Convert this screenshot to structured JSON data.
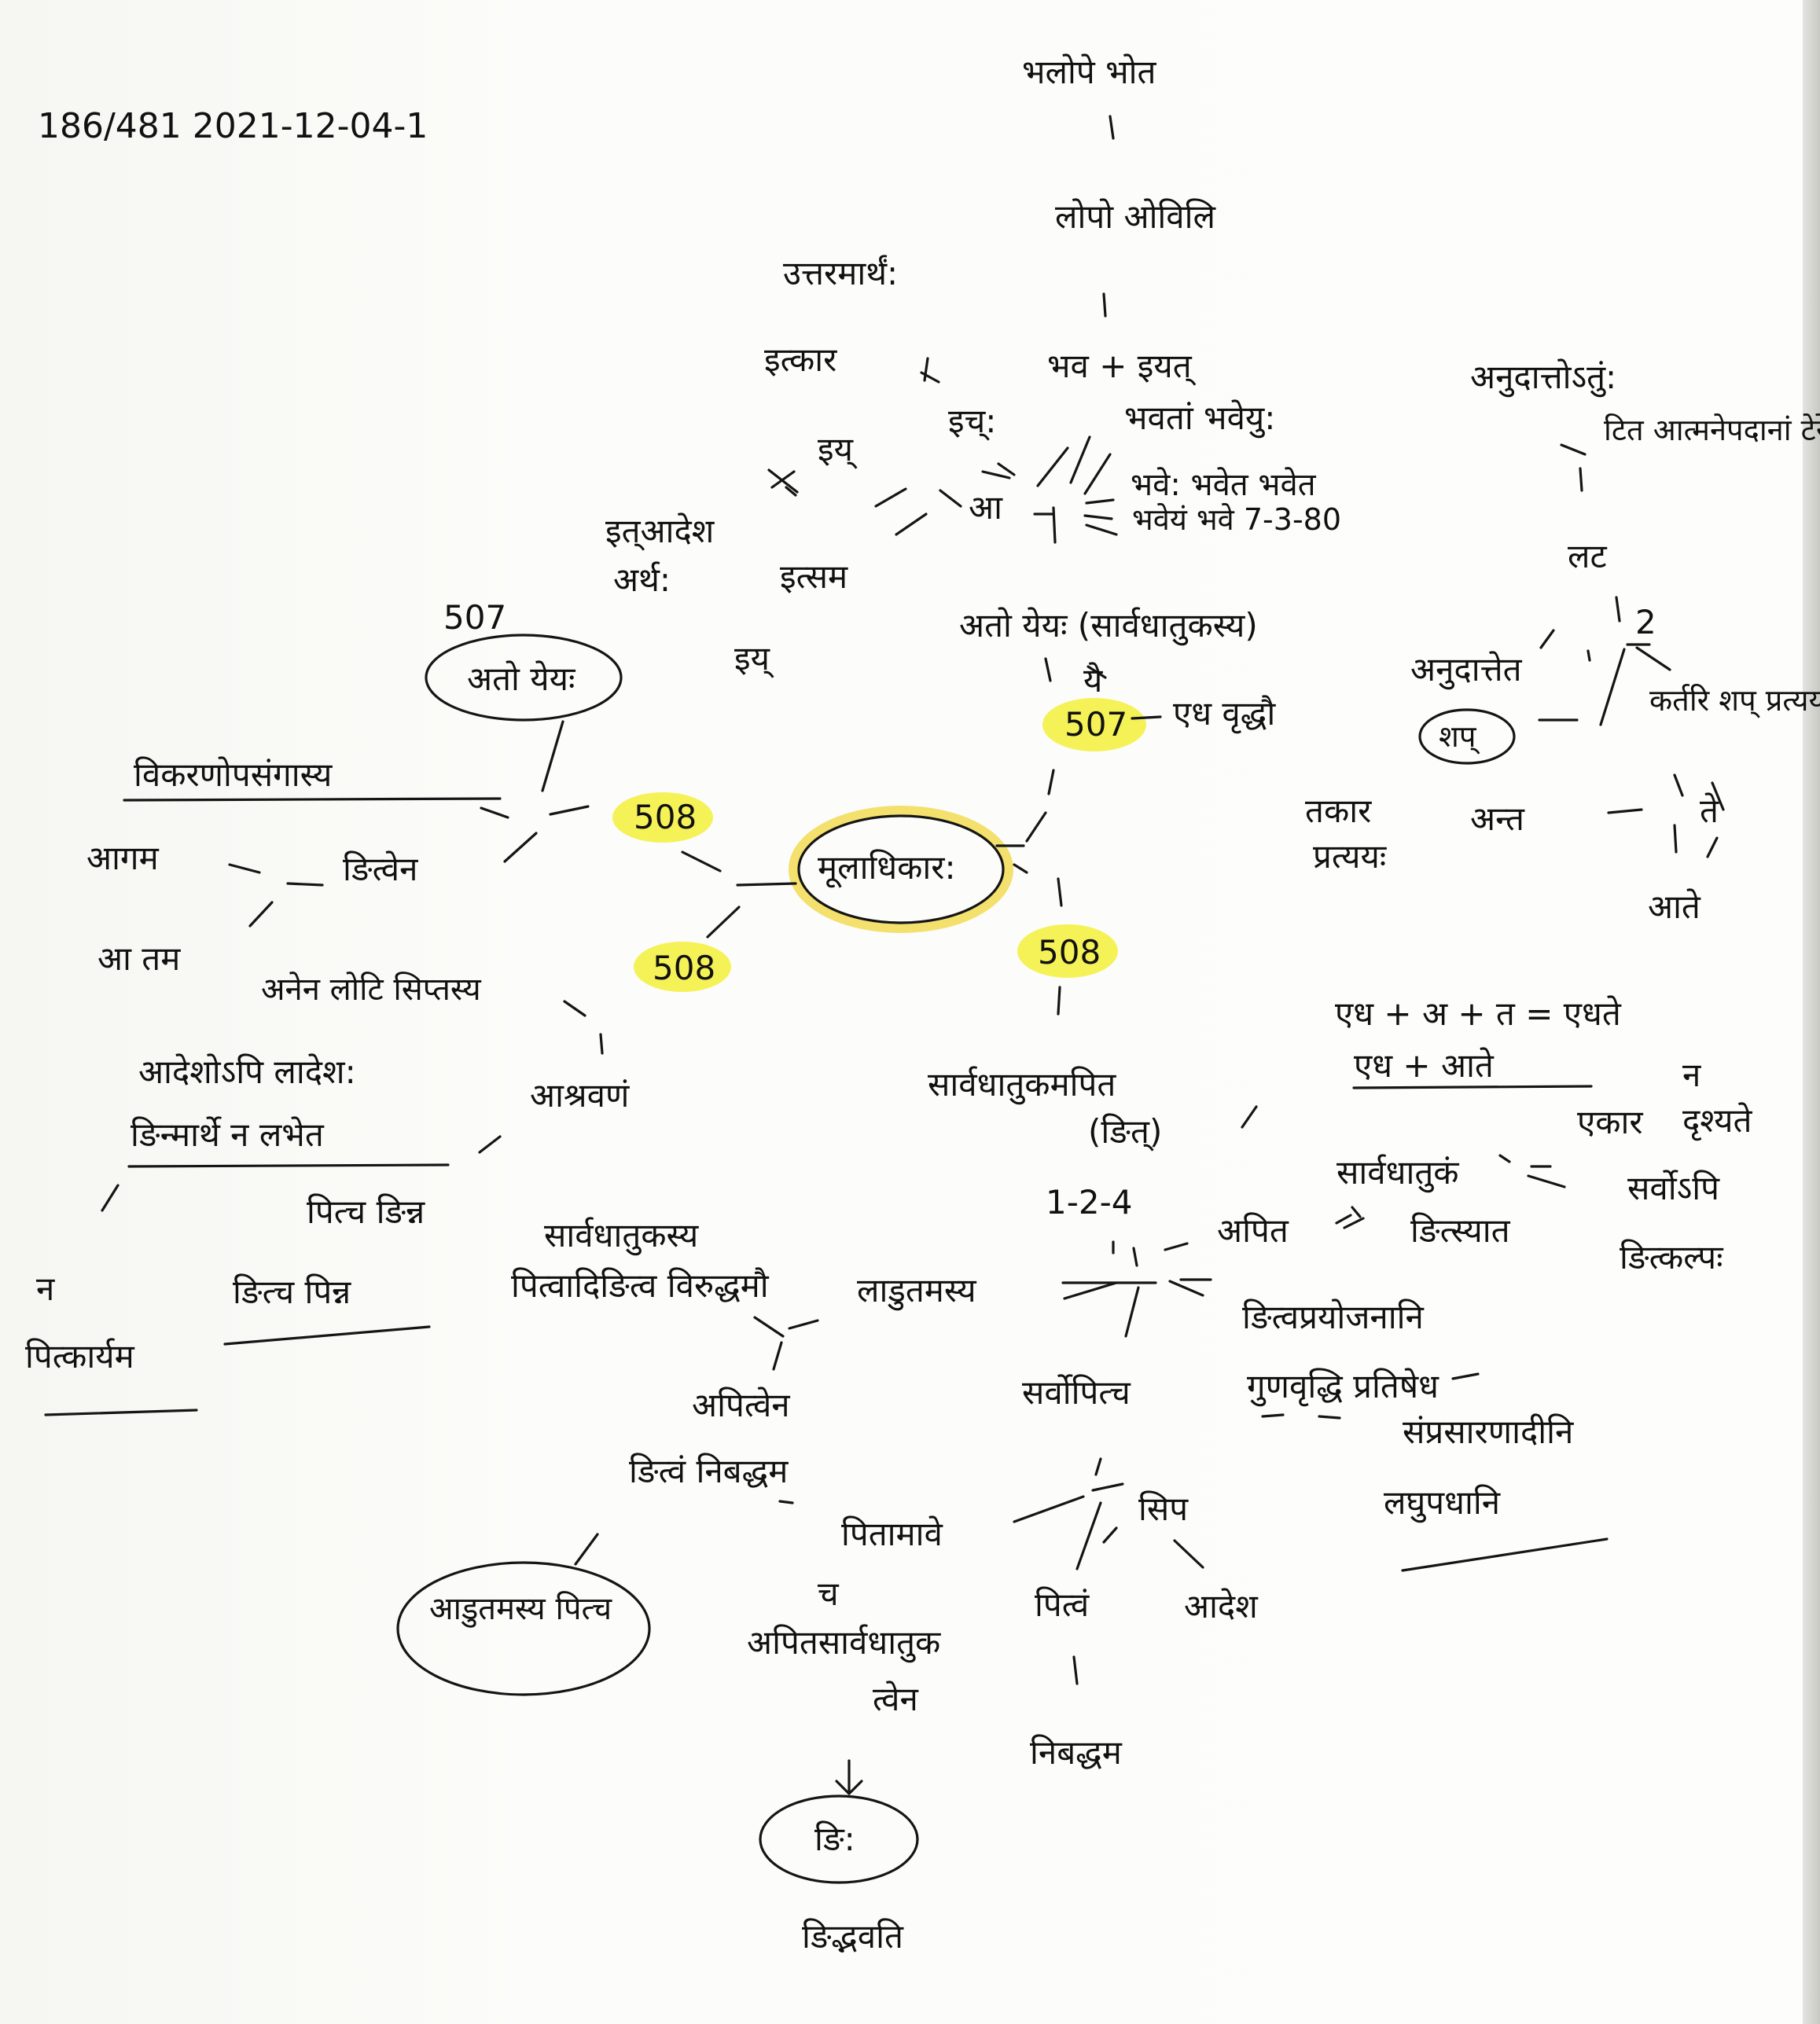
{
  "header": {
    "ref": "186/481 2021-12-04-1"
  },
  "colors": {
    "ink": "#111111",
    "highlight": "#f3f03a",
    "highlight_ring": "#f1d84a",
    "paper": "#fbfbf8"
  },
  "nodes": {
    "n_top": "भलोपे भोत",
    "n_lopa": "लोपो ओविलि",
    "n_bhav": "भव + इयत्",
    "n_uttar": "उत्तरमार्थं:",
    "n_itkar": "इत्कार",
    "n_ich": "इच्:",
    "n_iy": "इय्",
    "n_aa": "आ",
    "n_bhav2": "भवतां भवेयु:",
    "n_bhav3": "भवे: भवेत भवेत",
    "n_bhav4": "भवेयं भवे 7-3-80",
    "n_anudatt_top": "अनुदात्तोऽतुं:",
    "n_tit": "टित आत्मनेपदानां टेरे",
    "n_lat": "लट",
    "n_two": "2",
    "n_itsam": "इत्सम",
    "n_itadesh": "इत्आदेश",
    "n_arth": "अर्थ:",
    "n_ato_yeh": "अतो येयः (सार्वधातुकस्य)",
    "n_507a": "507",
    "n_ato_circ": "अतो येयः",
    "n_iy2": "इय्",
    "n_yel": "ये",
    "n_507b": "507",
    "n_edha": "एध वृद्धौ",
    "n_anudatta": "अनुदात्तेत",
    "n_shap": "शप्",
    "n_karshy": "कर्तरि शप् प्रत्ययः",
    "n_takar": "तकार",
    "n_pratyaya": "प्रत्ययः",
    "n_anta": "अन्त",
    "n_te": "ते",
    "n_ate": "आते",
    "n_508a": "508",
    "n_vikar": "विकरणोपसंगास्य",
    "n_aagam": "आगम",
    "n_ditvena": "ङित्वेन",
    "n_aatam": "आ तम",
    "n_anena": "अनेन लोटि सिप्तस्य",
    "n_main": "मूलाधिकार:",
    "n_508b": "508",
    "n_508c": "508",
    "n_adeshodi": "आदेशोऽपि लादेश:",
    "n_dimarthe": "ङिन्मार्थे न लभेत",
    "n_aashrav": "आश्रवणं",
    "n_sarvadh": "सार्वधातुकमपित",
    "n_dit": "(ङित्)",
    "n_eadha2": "एध + अ + त = एधते",
    "n_eadha3": "एध + आते",
    "n_pitcha": "पित्च ङिन्न",
    "n_na": "न",
    "n_pitkarya": "पित्कार्यम",
    "n_ditcha": "ङित्च पिन्न",
    "n_sarvadh2": "सार्वधातुकस्य",
    "n_pitvadi": "पित्वादिङित्व विरुद्धमौ",
    "n_ladutam": "लाडुतमस्य",
    "n_124": "1-2-4",
    "n_apit": "अपित",
    "n_ditsyat": "ङित्स्यात",
    "n_sarvadh3": "सार्वधातुकं",
    "n_ekar": "एकार",
    "n_na2": "न",
    "n_drshy": "दृश्यते",
    "n_sarvadi": "सर्वोऽपि",
    "n_ditkalp": "ङित्कल्पः",
    "n_ditva_pray": "ङित्वप्रयोजनानि",
    "n_gun": "गुणवृद्धि प्रतिषेध",
    "n_sampras": "संप्रसारणादीनि",
    "n_lavu": "लघुपधानि",
    "n_apitvena": "अपित्वेन",
    "n_ditva_nib": "ङित्वं निबद्धम",
    "n_sarvopi": "सर्वोपित्च",
    "n_sip": "सिप",
    "n_pitaabhave": "पितामावे",
    "n_cha": "च",
    "n_apit_sarv": "अपितसार्वधातुक",
    "n_tvena": "त्वेन",
    "n_pitva": "पित्वं",
    "n_aadesh": "आदेश",
    "n_aadu_circ": "आडुतमस्य पित्च",
    "n_nibaddham": "निबद्धम",
    "n_di_circ": "ङि:",
    "n_dibhavati": "ङिद्भवति"
  }
}
